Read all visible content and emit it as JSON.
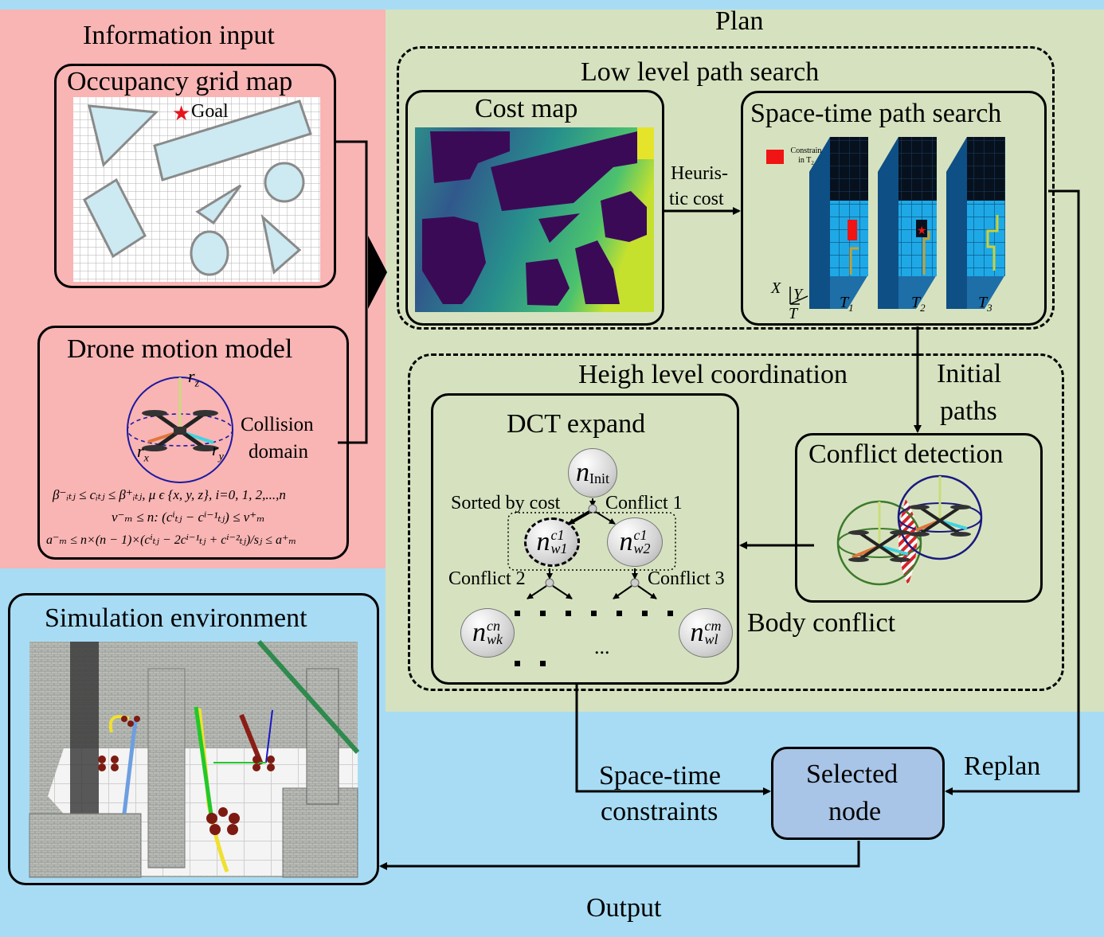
{
  "sections": {
    "information_input": "Information input",
    "plan": "Plan",
    "output": "Output"
  },
  "boxes": {
    "occupancy": {
      "title": "Occupancy grid map",
      "goal": "Goal"
    },
    "drone": {
      "title": "Drone motion model",
      "collision_line1": "Collision",
      "collision_line2": "domain",
      "rz": "r",
      "rz_sub": "z",
      "rx": "r",
      "rx_sub": "x",
      "ry": "r",
      "ry_sub": "y"
    },
    "simulation": {
      "title": "Simulation environment"
    },
    "low_level": {
      "title": "Low level path search"
    },
    "cost_map": {
      "title": "Cost map"
    },
    "space_time": {
      "title": "Space-time path search",
      "constrain": "Constrain in T",
      "constrain_sub": "2",
      "axis_x": "X",
      "axis_y": "Y",
      "axis_t": "T",
      "t1": "T",
      "t1_sub": "1",
      "t2": "T",
      "t2_sub": "2",
      "t3": "T",
      "t3_sub": "3"
    },
    "high_level": {
      "title": "Heigh level coordination"
    },
    "dct": {
      "title": "DCT expand",
      "sorted_by_cost": "Sorted by cost",
      "conflict1": "Conflict 1",
      "conflict2": "Conflict 2",
      "conflict3": "Conflict 3",
      "ellipsis": "..."
    },
    "conflict_detection": {
      "title": "Conflict detection",
      "body_conflict": "Body conflict"
    },
    "selected_node": {
      "line1": "Selected",
      "line2": "node"
    }
  },
  "nodes": {
    "init": {
      "base": "n",
      "sub": "Init"
    },
    "w1": {
      "base": "n",
      "sup": "c1",
      "sub": "w1"
    },
    "w2": {
      "base": "n",
      "sup": "c1",
      "sub": "w2"
    },
    "wk": {
      "base": "n",
      "sup": "cn",
      "sub": "wk"
    },
    "wl": {
      "base": "n",
      "sup": "cm",
      "sub": "wl"
    }
  },
  "arrows": {
    "heuristic_line1": "Heuris-",
    "heuristic_line2": "tic cost",
    "initial_line1": "Initial",
    "initial_line2": "paths",
    "st_constraints_line1": "Space-time",
    "st_constraints_line2": "constraints",
    "replan": "Replan"
  },
  "equations": {
    "eq1": "β⁻ᵢₜⱼ ≤ cᵢₜⱼ ≤ β⁺ᵢₜⱼ, μ ϵ {x, y, z}, i=0, 1, 2,...,n",
    "eq2": "v⁻ₘ ≤ n: (cⁱₜⱼ − cⁱ⁻¹ₜⱼ) ≤ v⁺ₘ",
    "eq3": "a⁻ₘ ≤ n×(n − 1)×(cⁱₜⱼ − 2cⁱ⁻¹ₜⱼ + cⁱ⁻²ₜⱼ)/sⱼ ≤ a⁺ₘ"
  },
  "colors": {
    "input_bg": "#f9b4b4",
    "plan_bg": "#d6e2bf",
    "output_bg": "#a8dcf4",
    "selected_node_bg": "#a8c4e6",
    "obstacle": "#cde9f1",
    "costmap_dark": "#3b0a57",
    "grid_cyan": "#1ea9e6"
  }
}
